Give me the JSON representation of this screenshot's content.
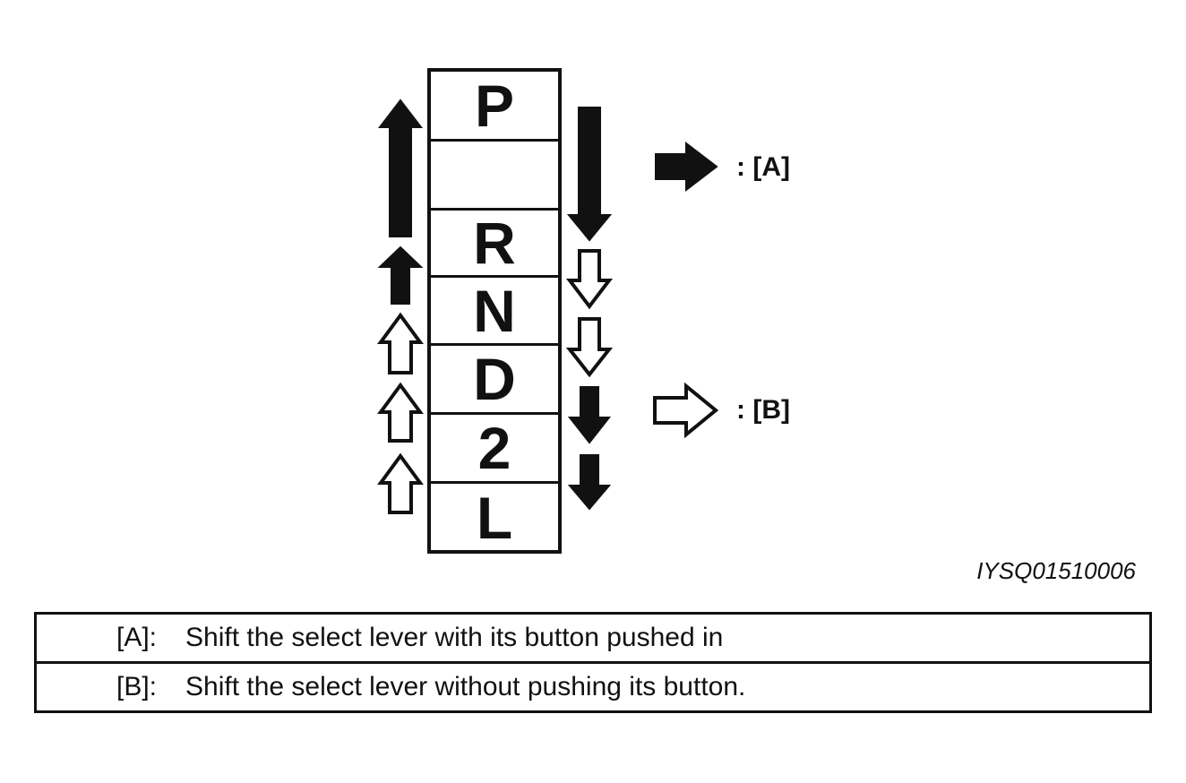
{
  "gate": {
    "positions": [
      "P",
      "",
      "R",
      "N",
      "D",
      "2",
      "L"
    ]
  },
  "legend": {
    "a": ": [A]",
    "b": ": [B]"
  },
  "figure_code": "IYSQ01510006",
  "notes": [
    {
      "key": "[A]:",
      "text": "Shift the select lever with its button pushed in"
    },
    {
      "key": "[B]:",
      "text": "Shift the select lever without pushing its button."
    }
  ],
  "icons": {
    "solid_arrow": "solid-arrow-icon",
    "outline_arrow": "outline-arrow-icon"
  }
}
